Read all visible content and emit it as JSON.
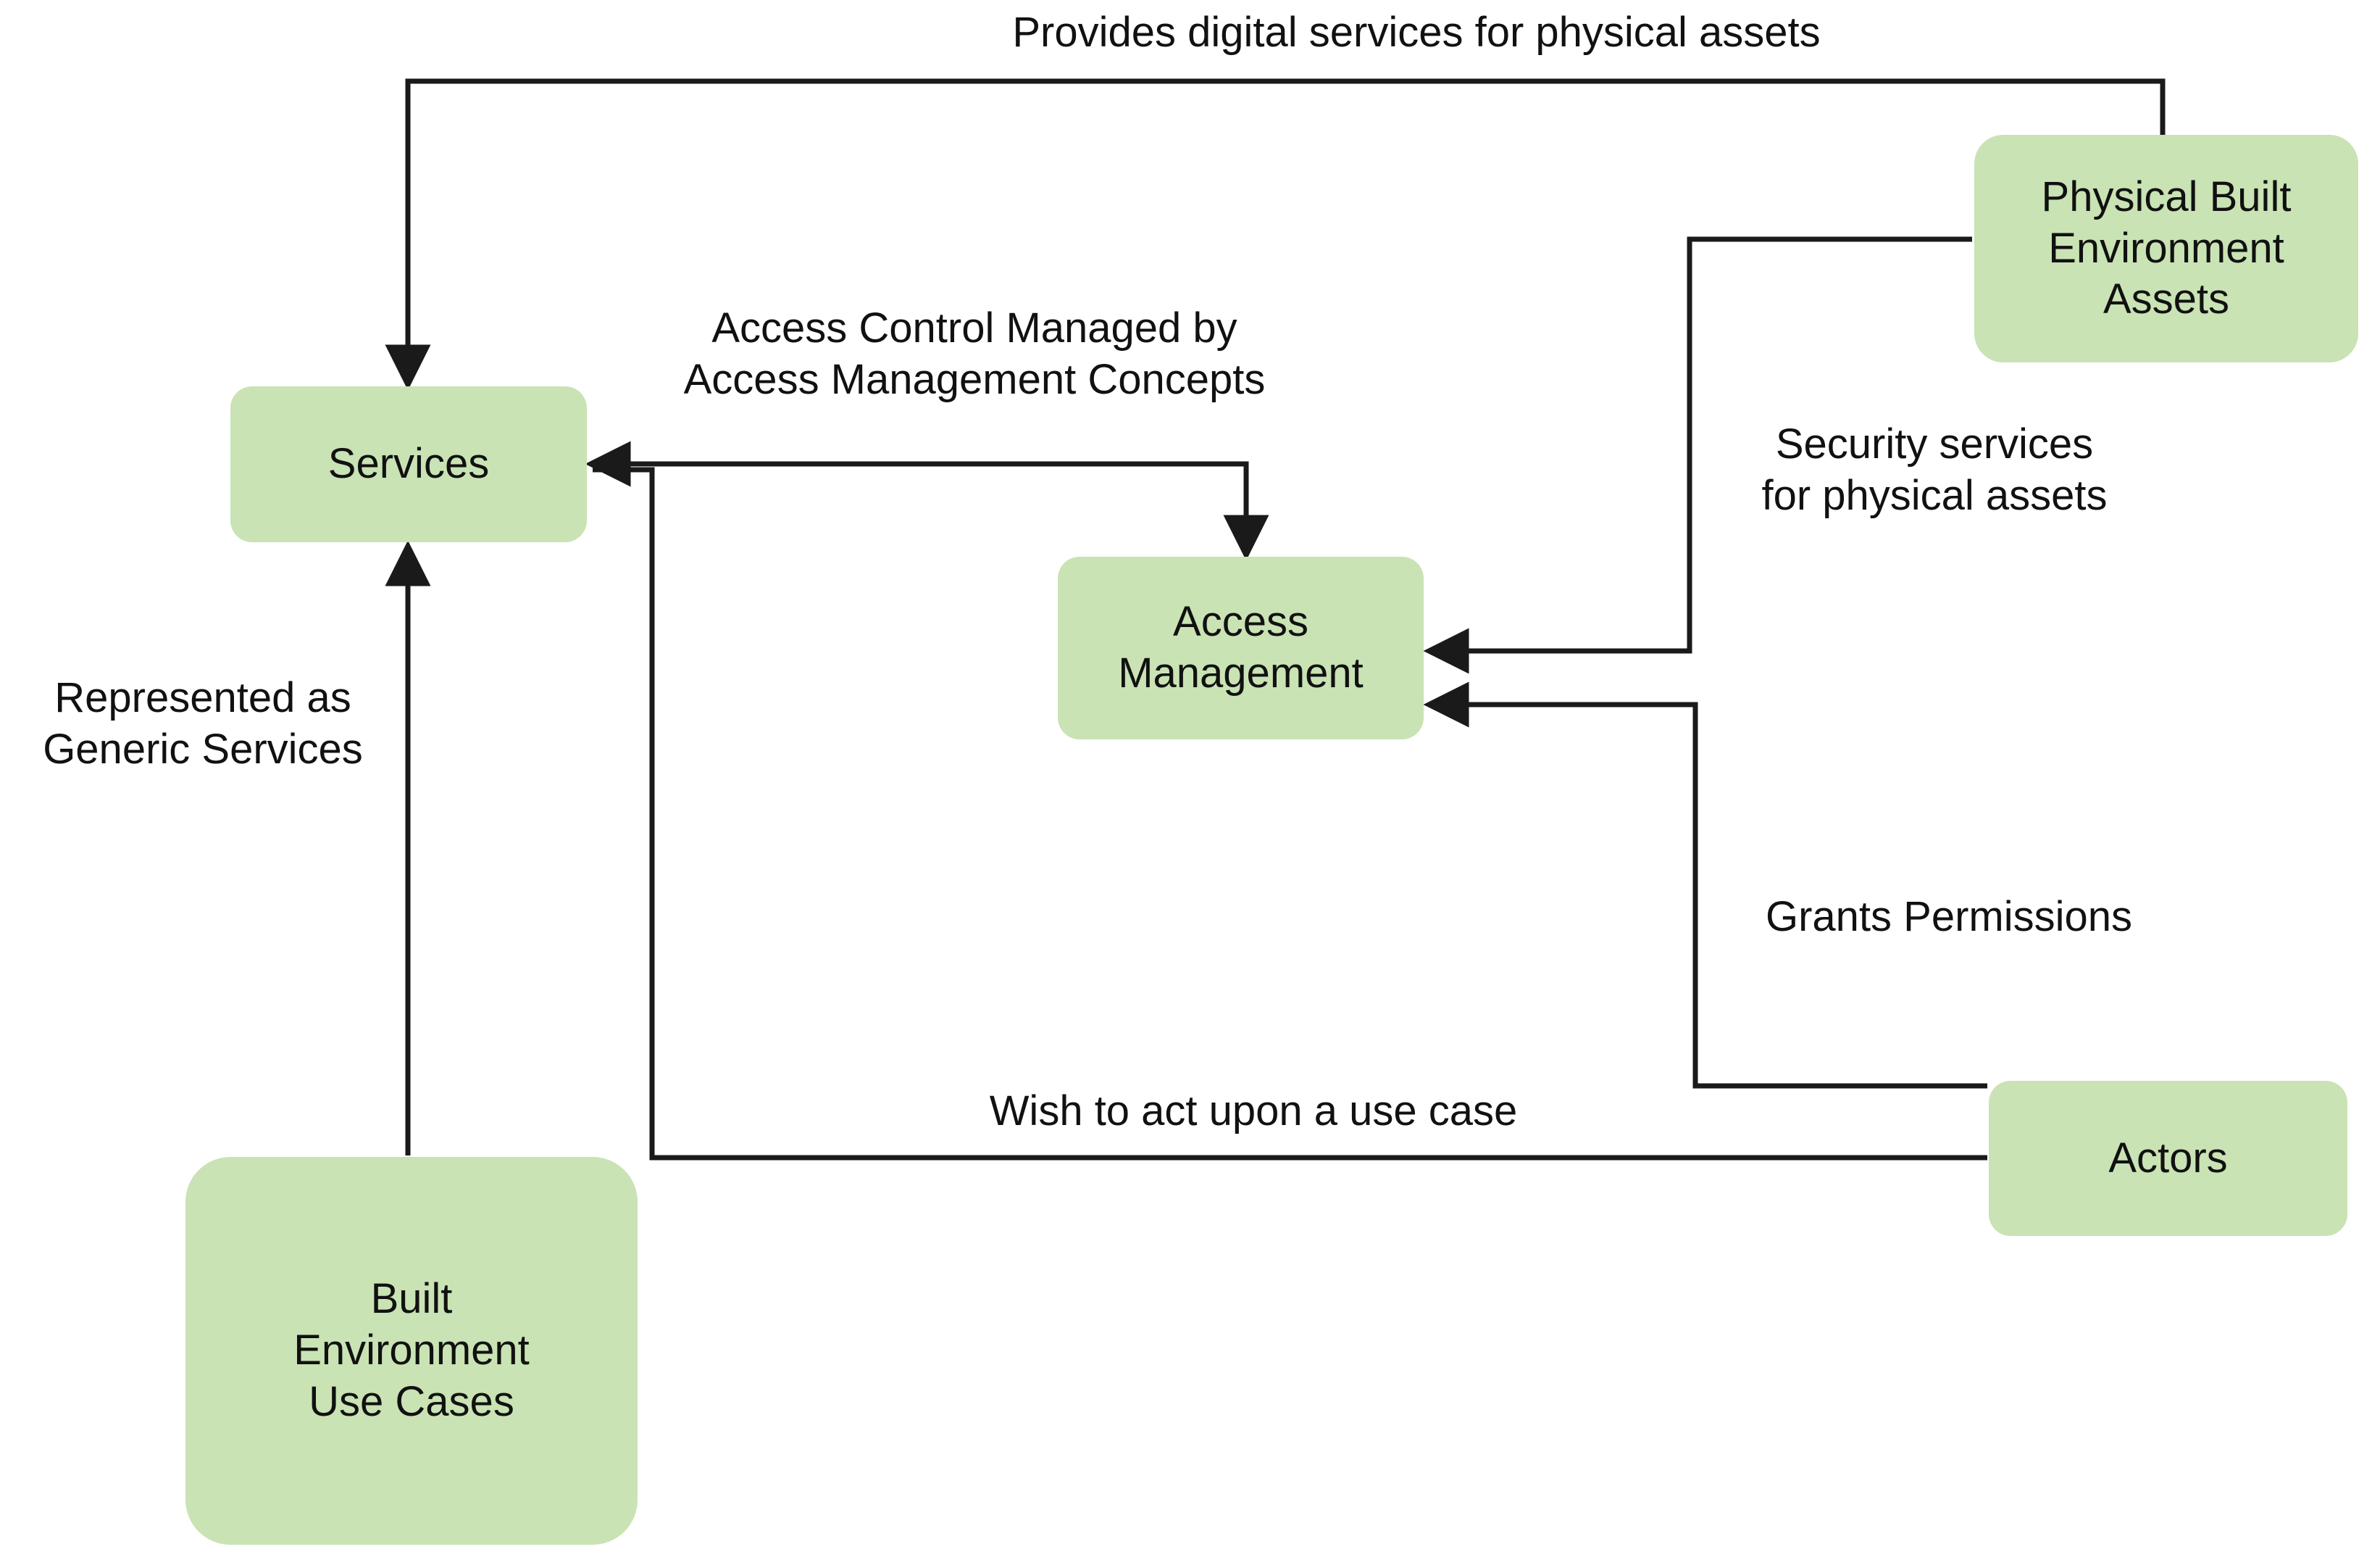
{
  "diagram": {
    "title": "Built environment services and access management relationships",
    "colors": {
      "node_fill": "#c9e3b4",
      "edge_stroke": "#1a1a1a",
      "text": "#111111",
      "background": "#ffffff"
    },
    "nodes": [
      {
        "id": "services",
        "label": "Services"
      },
      {
        "id": "access-mgmt",
        "label": "Access\nManagement"
      },
      {
        "id": "physical",
        "label": "Physical Built\nEnvironment\nAssets"
      },
      {
        "id": "actors",
        "label": "Actors"
      },
      {
        "id": "usecases",
        "label": "Built\nEnvironment\nUse Cases"
      }
    ],
    "edges": [
      {
        "id": "provides",
        "label": "Provides digital services for physical assets",
        "from": "physical",
        "to": "services"
      },
      {
        "id": "access-control",
        "label": "Access Control Managed by\nAccess Management Concepts",
        "from": "services",
        "to": "access-mgmt"
      },
      {
        "id": "security",
        "label": "Security services\nfor physical assets",
        "from": "physical",
        "to": "access-mgmt"
      },
      {
        "id": "represented",
        "label": "Represented as\nGeneric Services",
        "from": "usecases",
        "to": "services"
      },
      {
        "id": "grants",
        "label": "Grants Permissions",
        "from": "actors",
        "to": "access-mgmt"
      },
      {
        "id": "wish",
        "label": "Wish to act upon a use case",
        "from": "actors",
        "to": "services"
      }
    ]
  }
}
